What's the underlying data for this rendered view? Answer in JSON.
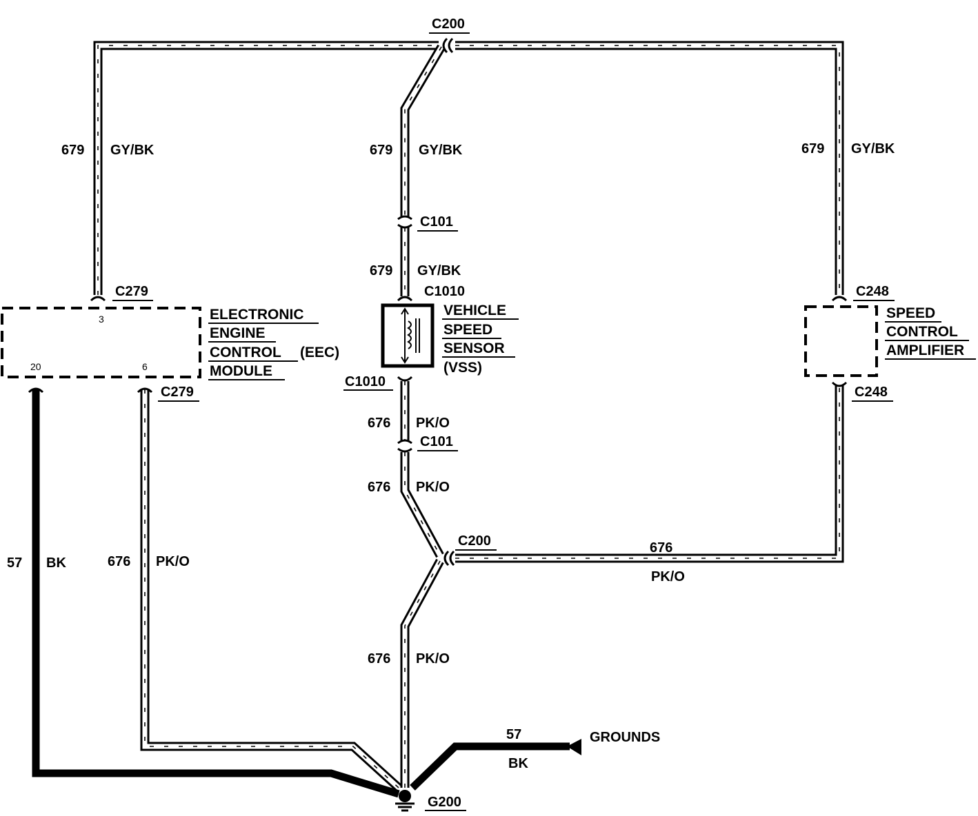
{
  "connectors": {
    "c200_top": "C200",
    "c200_mid": "C200",
    "c101_upper": "C101",
    "c101_lower": "C101",
    "c1010_top": "C1010",
    "c1010_bottom": "C1010",
    "c279_top": "C279",
    "c279_bottom": "C279",
    "c248_top": "C248",
    "c248_bottom": "C248",
    "g200": "G200"
  },
  "wires": {
    "left_gy": {
      "circuit": "679",
      "color": "GY/BK"
    },
    "center_gy_upper": {
      "circuit": "679",
      "color": "GY/BK"
    },
    "center_gy_lower": {
      "circuit": "679",
      "color": "GY/BK"
    },
    "right_gy": {
      "circuit": "679",
      "color": "GY/BK"
    },
    "left_bk": {
      "circuit": "57",
      "color": "BK"
    },
    "left_pk": {
      "circuit": "676",
      "color": "PK/O"
    },
    "center_pk_1": {
      "circuit": "676",
      "color": "PK/O"
    },
    "center_pk_2": {
      "circuit": "676",
      "color": "PK/O"
    },
    "center_pk_3": {
      "circuit": "676",
      "color": "PK/O"
    },
    "right_pk": {
      "circuit": "676",
      "color": "PK/O"
    },
    "ground_bk": {
      "circuit": "57",
      "color": "BK"
    }
  },
  "components": {
    "eec": {
      "lines": [
        "ELECTRONIC",
        "ENGINE",
        "CONTROL",
        "(EEC)",
        "MODULE"
      ],
      "pins": [
        "3",
        "20",
        "6"
      ]
    },
    "vss": {
      "lines": [
        "VEHICLE",
        "SPEED",
        "SENSOR",
        "(VSS)"
      ]
    },
    "sca": {
      "lines": [
        "SPEED",
        "CONTROL",
        "AMPLIFIER"
      ]
    }
  },
  "grounds_label": "GROUNDS"
}
